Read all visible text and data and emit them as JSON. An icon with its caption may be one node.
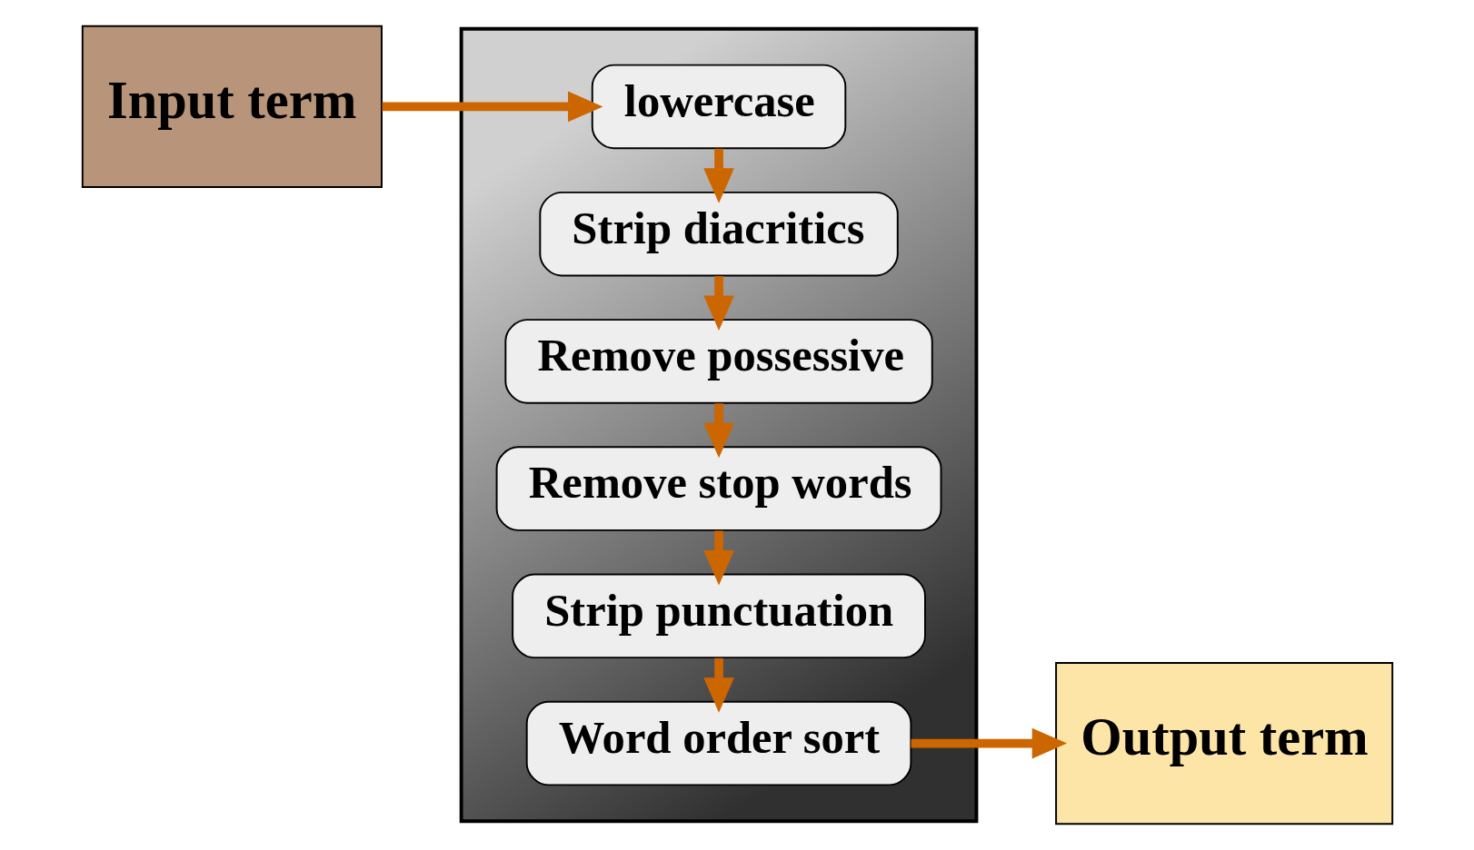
{
  "diagram": {
    "nodes": [
      {
        "text": [
          "Input term"
        ]
      },
      {
        "text": [],
        "shape": "box"
      },
      {
        "text": [
          "lowercase"
        ],
        "in": 1
      },
      {
        "text": [
          "Strip diacritics"
        ],
        "in": 1
      },
      {
        "text": [
          "Remove possessive"
        ],
        "in": 1
      },
      {
        "text": [
          "Remove stop words"
        ],
        "in": 1
      },
      {
        "text": [
          "Strip punctuation"
        ],
        "in": 1
      },
      {
        "text": [
          "Word order sort"
        ],
        "in": 1
      },
      {
        "text": [
          "Output term"
        ]
      }
    ],
    "edges": [
      {
        "from": 0,
        "to": 2,
        "arrow": "to"
      },
      {
        "from": 2,
        "to": 3,
        "arrow": "to"
      },
      {
        "from": 3,
        "to": 4,
        "arrow": "to"
      },
      {
        "from": 4,
        "to": 5,
        "arrow": "to"
      },
      {
        "from": 5,
        "to": 6,
        "arrow": "to"
      },
      {
        "from": 6,
        "to": 7,
        "arrow": "to"
      },
      {
        "from": 7,
        "to": 8,
        "arrow": "to"
      }
    ]
  }
}
